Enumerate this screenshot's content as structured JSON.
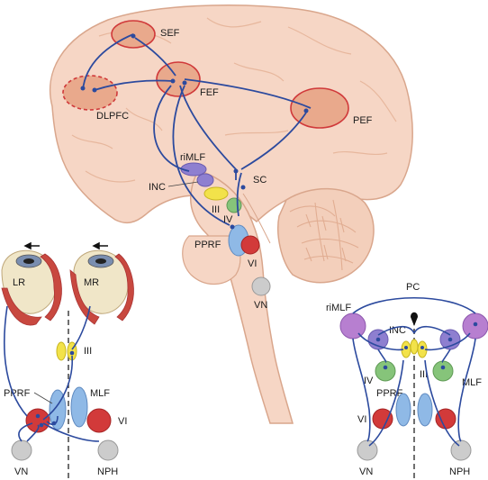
{
  "labels": {
    "sef": "SEF",
    "fef": "FEF",
    "dlpfc": "DLPFC",
    "pef": "PEF",
    "rimlf": "riMLF",
    "inc": "INC",
    "sc": "SC",
    "iii": "III",
    "iv": "IV",
    "pprf": "PPRF",
    "vi": "VI",
    "vn": "VN"
  },
  "left_panel": {
    "lr": "LR",
    "mr": "MR",
    "iii": "III",
    "pprf": "PPRF",
    "mlf": "MLF",
    "vi": "VI",
    "vn": "VN",
    "nph": "NPH"
  },
  "right_panel": {
    "pc": "PC",
    "rimlf": "riMLF",
    "inc": "INC",
    "iv": "IV",
    "iii": "III",
    "mlf": "MLF",
    "pprf": "PPRF",
    "vi": "VI",
    "vn": "VN",
    "nph": "NPH"
  },
  "colors": {
    "pathway": "#2c4a9e",
    "cortex": "#f6d6c5",
    "cortical_area": "#e9a98c",
    "cortical_border": "#d0393a",
    "oculomotor": "#f2e24a",
    "trochlear": "#86c47a",
    "abducens": "#d23a3a",
    "pprf": "#8fb9e6",
    "rimlf": "#8e7fd0",
    "vestibular": "#cccccc",
    "eyeball": "#f0e6c8"
  }
}
